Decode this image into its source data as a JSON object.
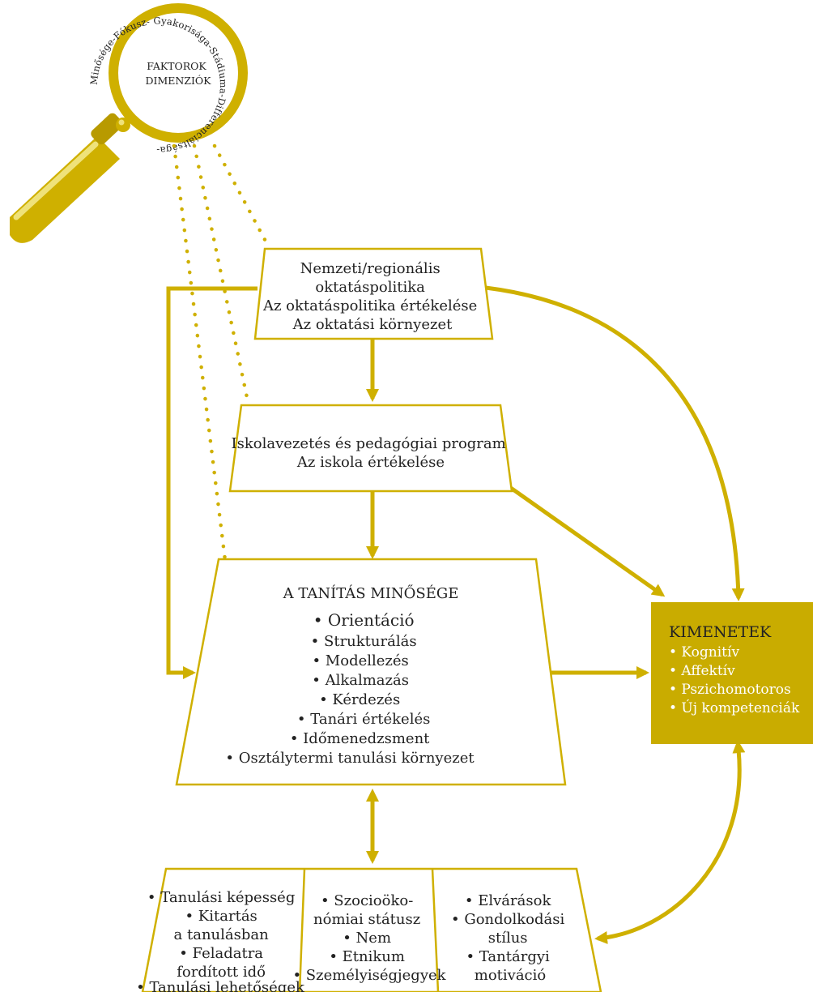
{
  "lens": {
    "center_lines": [
      "FAKTOROK",
      "DIMENZIÓK"
    ],
    "ring_text": "Minősége-Fókusz- Gyakorisága-Stádiuma-Differenciáltsága-"
  },
  "policy": {
    "lines": [
      "Nemzeti/regionális",
      "oktatáspolitika",
      "Az oktatáspolitika értékelése",
      "Az oktatási környezet"
    ]
  },
  "school": {
    "lines": [
      "Iskolavezetés és pedagógiai program",
      "Az iskola értékelése"
    ]
  },
  "teaching": {
    "title": "A TANÍTÁS MINŐSÉGE",
    "items": [
      "• Orientáció",
      "• Strukturálás",
      "• Modellezés",
      "• Alkalmazás",
      "• Kérdezés",
      "• Tanári értékelés",
      "• Időmenedzsment",
      "• Osztálytermi tanulási környezet"
    ]
  },
  "outcomes": {
    "title": "KIMENETEK",
    "items": [
      "• Kognitív",
      "• Affektív",
      "• Pszichomotoros",
      "• Új kompetenciák"
    ]
  },
  "student": {
    "col1": [
      "• Tanulási képesség",
      "• Kitartás",
      "a tanulásban",
      "• Feladatra",
      "fordított idő",
      "• Tanulási lehetőségek"
    ],
    "col2": [
      "• Szocioöko-",
      "nómiai státusz",
      "• Nem",
      "• Etnikum",
      "• Személyiségjegyek"
    ],
    "col3": [
      "• Elvárások",
      "• Gondolkodási",
      "stílus",
      "• Tantárgyi",
      "motiváció"
    ]
  },
  "colors": {
    "gold": "#CFB000",
    "gold_dark": "#B89A00",
    "gold_light": "#E8DA70",
    "outcome_fill": "#C9AC00"
  }
}
